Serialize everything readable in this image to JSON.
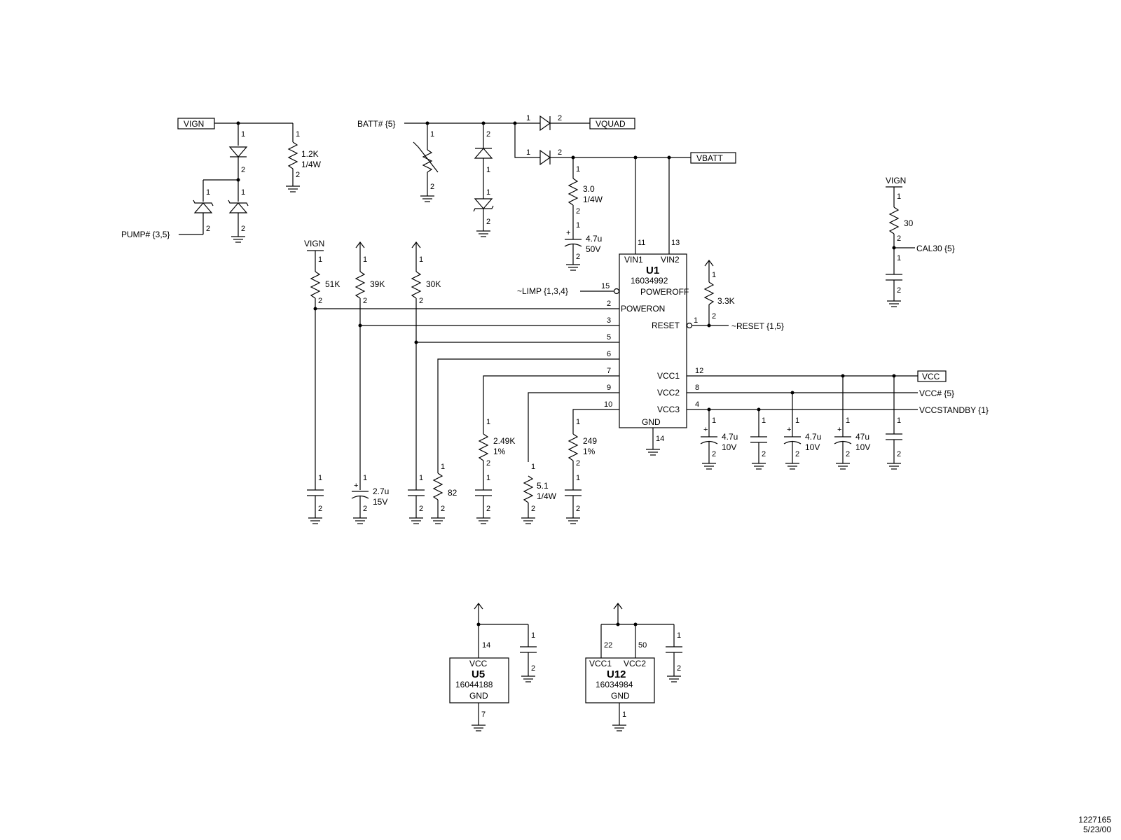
{
  "ports": {
    "vign": "VIGN",
    "vquad": "VQUAD",
    "vbatt": "VBATT",
    "vcc": "VCC"
  },
  "nets": {
    "batt": "BATT# {5}",
    "pump": "PUMP# {3,5}",
    "limp": "~LIMP {1,3,4}",
    "reset": "~RESET {1,5}",
    "cal30": "CAL30 {5}",
    "vcc_hash": "VCC# {5}",
    "vccstandby": "VCCSTANDBY {1}",
    "vign_a": "VIGN",
    "vign_b": "VIGN"
  },
  "u1": {
    "ref": "U1",
    "part": "16034992",
    "pins": {
      "vin1": "VIN1",
      "vin2": "VIN2",
      "poweroff": "POWEROFF",
      "poweron": "POWERON",
      "reset": "RESET",
      "vcc1": "VCC1",
      "vcc2": "VCC2",
      "vcc3": "VCC3",
      "gnd": "GND"
    },
    "pin_numbers": {
      "vin1": "11",
      "vin2": "13",
      "poweroff": "15",
      "poweron": "2",
      "p3": "3",
      "p5": "5",
      "p6": "6",
      "p7": "7",
      "p9": "9",
      "p10": "10",
      "reset": "1",
      "vcc1": "12",
      "vcc2": "8",
      "vcc3": "4",
      "gnd": "14"
    }
  },
  "u5": {
    "ref": "U5",
    "part": "16044188",
    "vcc": "VCC",
    "gnd": "GND",
    "pin_vcc": "14",
    "pin_gnd": "7"
  },
  "u12": {
    "ref": "U12",
    "part": "16034984",
    "vcc1": "VCC1",
    "vcc2": "VCC2",
    "gnd": "GND",
    "pin_vcc1": "22",
    "pin_vcc2": "50",
    "pin_gnd": "1"
  },
  "values": {
    "r_vign": [
      "1.2K",
      "1/4W"
    ],
    "r_batt": [
      "3.0",
      "1/4W"
    ],
    "c_batt": [
      "4.7u",
      "50V"
    ],
    "r_51k": "51K",
    "r_39k": "39K",
    "r_30k": "30K",
    "r_33k": "3.3K",
    "r_30": "30",
    "c_27u": [
      "2.7u",
      "15V"
    ],
    "r_82": "82",
    "r_249k": [
      "2.49K",
      "1%"
    ],
    "r_249": [
      "249",
      "1%"
    ],
    "r_51": [
      "5.1",
      "1/4W"
    ],
    "c_47u_a": [
      "4.7u",
      "10V"
    ],
    "c_47u_b": [
      "4.7u",
      "10V"
    ],
    "c_47u_c": [
      "47u",
      "10V"
    ]
  },
  "pin_labels": {
    "one": "1",
    "two": "2"
  },
  "title_block": {
    "number": "1227165",
    "date": "5/23/00"
  }
}
